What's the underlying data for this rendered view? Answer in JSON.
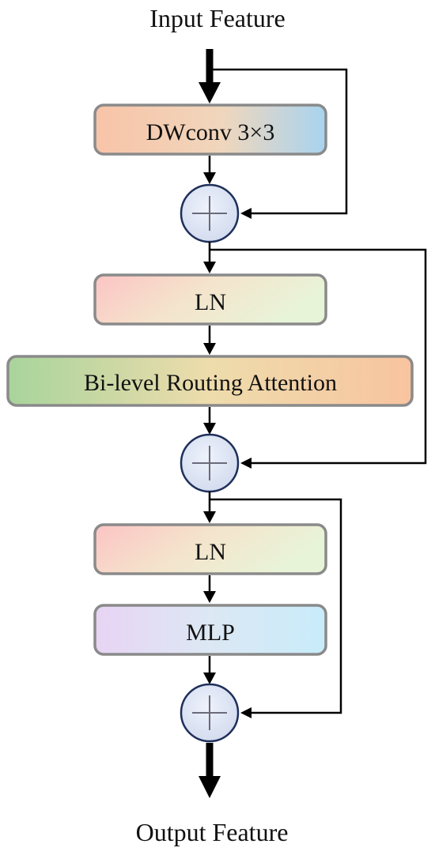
{
  "diagram": {
    "input_label": "Input Feature",
    "output_label": "Output Feature",
    "blocks": {
      "dwconv": "DWconv 3×3",
      "ln1": "LN",
      "bra": "Bi-level Routing Attention",
      "ln2": "LN",
      "mlp": "MLP"
    }
  },
  "colors": {
    "stroke": "#8a8a8a",
    "arrow": "#000000",
    "adder_fill": "#dde4f2",
    "adder_stroke": "#1f2f5a",
    "dwconv_gradient": [
      "#f8c4a8",
      "#f0d6bc",
      "#a8d4f0"
    ],
    "ln_gradient": [
      "#fcc4c4",
      "#f4e4cc",
      "#e8f4d8"
    ],
    "bra_gradient": [
      "#a8d49c",
      "#eedcac",
      "#f8c4a0"
    ],
    "mlp_gradient": [
      "#e8d4f4",
      "#dce8f4",
      "#c8ecfa"
    ]
  }
}
